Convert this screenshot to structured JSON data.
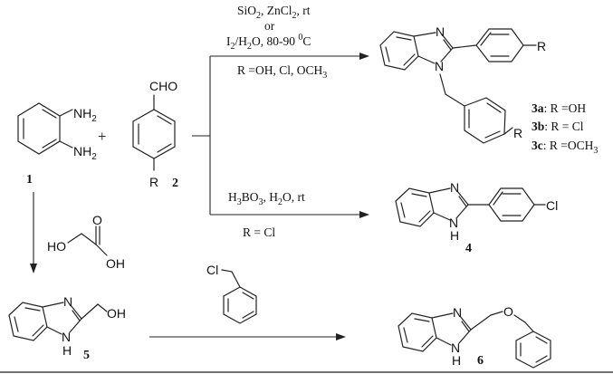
{
  "atoms": {
    "NH2": "NH",
    "sub2": "2",
    "CHO": "CHO",
    "R": "R",
    "N": "N",
    "H": "H",
    "NH": "N",
    "OH": "OH",
    "HO": "HO",
    "O": "O",
    "Cl": "Cl"
  },
  "plus": "+",
  "compounds": {
    "c1": "1",
    "c2": "2",
    "c4": "4",
    "c5": "5",
    "c6": "6"
  },
  "conditions": {
    "top_line1_a": "SiO",
    "top_line1_sub": "2",
    "top_line1_b": ", ZnCl",
    "top_line1_sub2": "2",
    "top_line1_c": ", rt",
    "top_or": "or",
    "top_line3_a": "I",
    "top_line3_sub": "2",
    "top_line3_b": "/H",
    "top_line3_sub2": "2",
    "top_line3_c": "O, 80-90 ",
    "top_line3_sup": "0",
    "top_line3_d": "C",
    "top_r_a": "R =OH, Cl, OCH",
    "top_r_sub": "3",
    "mid_a": "H",
    "mid_sub": "3",
    "mid_b": "BO",
    "mid_sub2": "3",
    "mid_c": ", H",
    "mid_sub3": "2",
    "mid_d": "O, rt",
    "mid_r": "R = Cl"
  },
  "products3": {
    "a_num": "3a",
    "a_text": ": R =OH",
    "b_num": "3b",
    "b_text": ": R = Cl",
    "c_num": "3c",
    "c_text": ": R =OCH",
    "c_sub": "3"
  }
}
